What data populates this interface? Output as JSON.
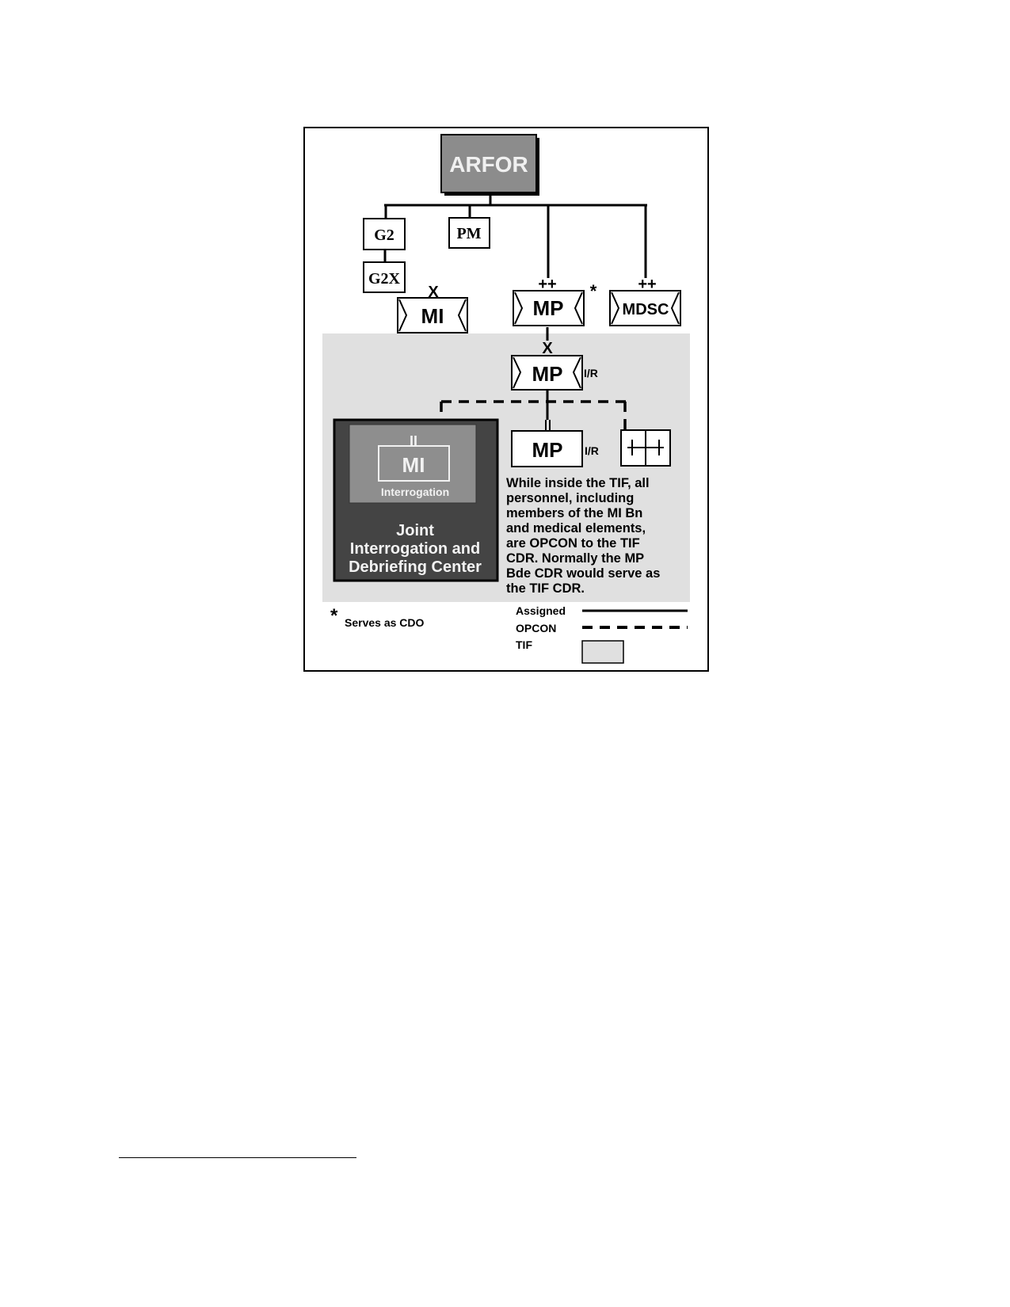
{
  "diagram": {
    "arfor": "ARFOR",
    "g2": "G2",
    "pm": "PM",
    "g2x": "G2X",
    "mi_bde": {
      "echelon": "X",
      "label": "MI"
    },
    "mp_cmd": {
      "echelon": "++",
      "label": "MP",
      "marker": "*"
    },
    "mdsc": {
      "echelon": "++",
      "label": "MDSC"
    },
    "mp_bde": {
      "echelon": "X",
      "label": "MP",
      "suffix": "I/R"
    },
    "mp_bn": {
      "echelon": "II",
      "label": "MP",
      "suffix": "I/R"
    },
    "jidc": {
      "mi_echelon": "II",
      "mi_label": "MI",
      "mi_sub": "Interrogation",
      "title_lines": [
        "Joint",
        "Interrogation and",
        "Debriefing Center"
      ]
    },
    "note_lines": [
      "While inside the TIF, all",
      "personnel, including",
      "members of the MI Bn",
      "and medical elements,",
      "are OPCON to the TIF",
      "CDR.  Normally the MP",
      "Bde CDR would serve as",
      "the TIF CDR."
    ],
    "footnote": {
      "symbol": "*",
      "text": "Serves as CDO"
    },
    "legend": {
      "assigned": "Assigned",
      "opcon": "OPCON",
      "tif": "TIF"
    }
  },
  "colors": {
    "tif_area": "#e0e0e0",
    "arfor_fill": "#8c8c8c",
    "jidc_outer": "#444444",
    "jidc_inner": "#8e8e8e"
  }
}
